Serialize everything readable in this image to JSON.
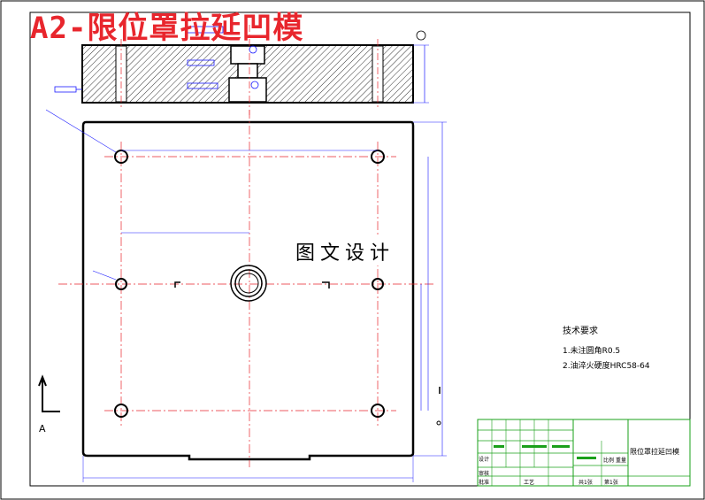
{
  "title": "A2-限位罩拉延凹模",
  "watermark": "图文设计",
  "section_label": "A",
  "tech_requirements": {
    "heading": "技术要求",
    "items": [
      "1.未注圆角R0.5",
      "2.油淬火硬度HRC58-64"
    ]
  },
  "title_block": {
    "part_name": "限位罩拉延凹模",
    "designer_label": "设计",
    "check_label": "审核",
    "approve_label": "批准",
    "process_label": "工艺",
    "scale_label": "比例",
    "weight_label": "重量",
    "sheets_total": "共1张",
    "sheet_no": "第1张"
  },
  "colors": {
    "outline": "#000000",
    "centerline": "#e8262d",
    "dimension": "#1a1aff",
    "titleblock": "#1aa01a"
  }
}
